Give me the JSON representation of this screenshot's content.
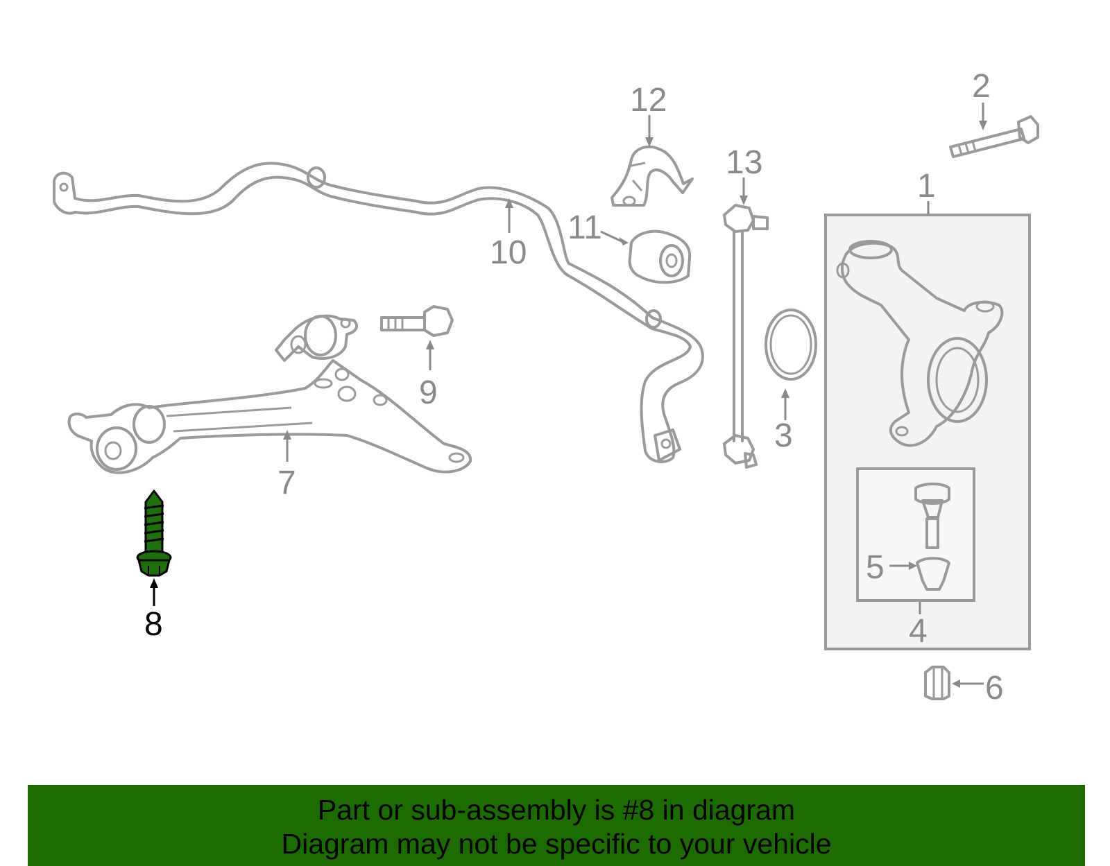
{
  "diagram": {
    "callouts": [
      "1",
      "2",
      "3",
      "4",
      "5",
      "6",
      "7",
      "8",
      "9",
      "10",
      "11",
      "12",
      "13"
    ],
    "highlighted_part": "8",
    "highlight_color": "#1f6f0f",
    "part_color": "#9a9a9a"
  },
  "banner": {
    "line1": "Part or sub-assembly is #8 in diagram",
    "line2": "Diagram may not be specific to your vehicle",
    "background": "#1d6b00"
  }
}
